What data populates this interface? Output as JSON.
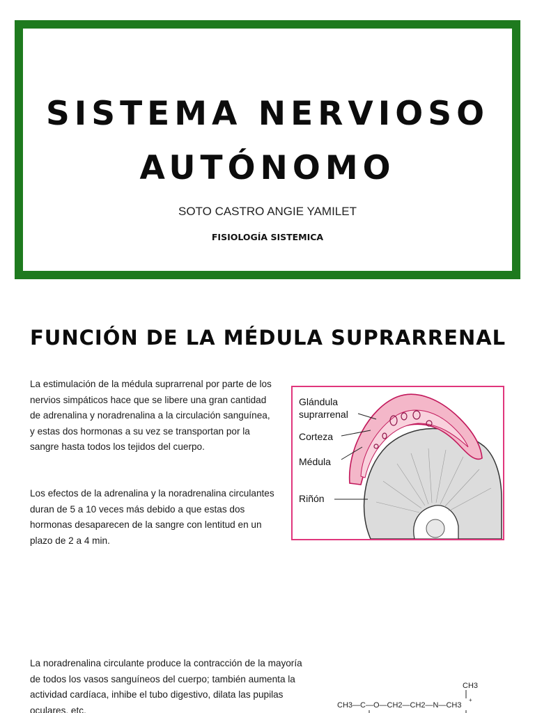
{
  "cover": {
    "title_line1": "SISTEMA NERVIOSO",
    "title_line2": "AUTÓNOMO",
    "author": "SOTO CASTRO ANGIE YAMILET",
    "course": "FISIOLOGÍA SISTEMICA",
    "frame_color": "#1e7a1e"
  },
  "section": {
    "title": "FUNCIÓN DE LA MÉDULA SUPRARRENAL",
    "paragraph1": "La estimulación de la médula suprarrenal por parte de los nervios simpáticos hace que se libere una gran cantidad de adrenalina y noradrenalina a la circulación sanguínea, y estas dos hormonas a su vez se transportan por la sangre hasta todos los tejidos del cuerpo.",
    "paragraph2": "Los efectos de la adrenalina y la noradrenalina circulantes duran de 5 a 10 veces más debido a que estas dos hormonas desaparecen de la sangre con lentitud en un plazo de 2 a 4 min.",
    "paragraph3": "La noradrenalina circulante produce la contracción de la mayoría de todos los vasos sanguíneos del cuerpo; también aumenta la actividad cardíaca, inhibe el tubo digestivo, dilata las pupilas oculares, etc."
  },
  "figure": {
    "border_color": "#e0367c",
    "label_gland_1": "Glándula",
    "label_gland_2": "suprarrenal",
    "label_cortex": "Corteza",
    "label_medulla": "Médula",
    "label_kidney": "Riñón"
  },
  "formula": {
    "ch3_top": "CH3",
    "chain": "CH3—C—O—CH2—CH2—N—CH3",
    "plus": "+"
  }
}
